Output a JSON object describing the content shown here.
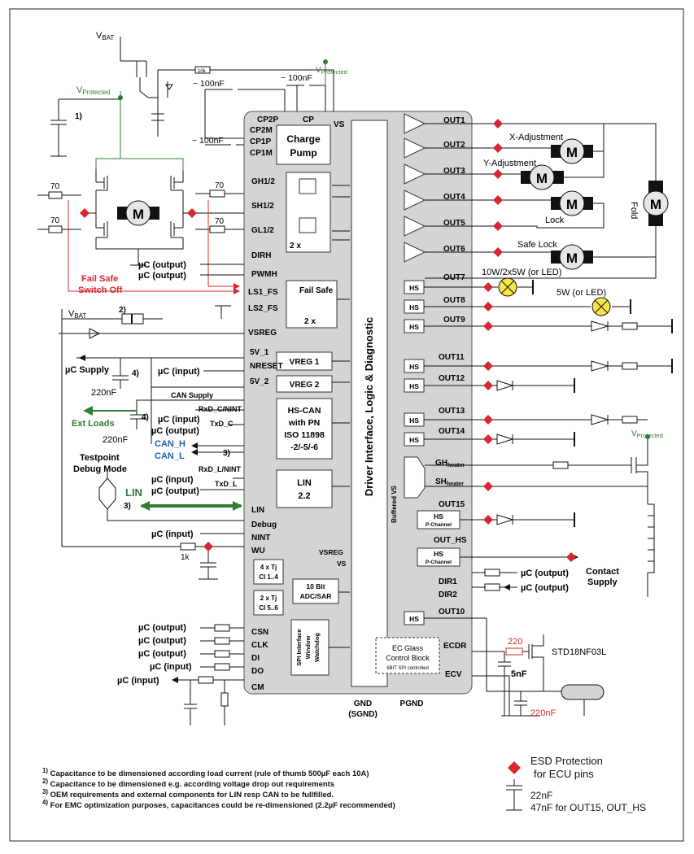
{
  "supply": {
    "vbat": "V",
    "vbat_sub": "BAT",
    "vprot": "V",
    "vprot_sub": "Protected",
    "res_10k": "10k"
  },
  "caps": {
    "c100_a": "~ 100nF",
    "c100_b": "~ 100nF",
    "c100_c": "~ 100nF",
    "c220_a": "220nF",
    "c220_b": "220nF",
    "c5n": "5nF",
    "c220_red": "220nF"
  },
  "notes_ref": {
    "n1": "1)",
    "n2": "2)",
    "n3": "3)",
    "n4": "4)",
    "n3b": "3)",
    "n4b": "4)"
  },
  "ic": {
    "charge_pump": "Charge Pump",
    "charge_pump_l1": "Charge",
    "charge_pump_l2": "Pump",
    "cp2p": "CP2P",
    "cp": "CP",
    "vs": "VS",
    "cp2m": "CP2M",
    "cp1p": "CP1P",
    "cp1m": "CP1M",
    "gh12": "GH1/2",
    "sh12": "SH1/2",
    "gl12": "GL1/2",
    "dirh": "DIRH",
    "pwmh": "PWMH",
    "two_x": "2 x",
    "ls1": "LS1_FS",
    "ls2": "LS2_FS",
    "fail_safe": "Fail Safe",
    "two_x_b": "2 x",
    "vsreg": "VSREG",
    "v5_1": "5V_1",
    "nreset": "NRESET",
    "v5_2": "5V_2",
    "vreg1": "VREG 1",
    "vreg2": "VREG 2",
    "hscan_1": "HS-CAN",
    "hscan_2": "with PN",
    "hscan_3": "ISO 11898",
    "hscan_4": "-2/-5/-6",
    "lin_1": "LIN",
    "lin_2": "2.2",
    "lin_pin": "LIN",
    "debug": "Debug",
    "nint": "NINT",
    "wu": "WU",
    "vsreg2": "VSREG",
    "vs2": "VS",
    "tj1_a": "4 x Tj",
    "tj1_b": "CI 1..4",
    "tj2_a": "2 x Tj",
    "tj2_b": "CI 5..6",
    "adc_1": "10 Bit",
    "adc_2": "ADC/SAR",
    "csn": "CSN",
    "clk": "CLK",
    "di": "DI",
    "do": "DO",
    "cm": "CM",
    "spi_1": "SPI Interface",
    "spi_2": "Window",
    "spi_3": "Watchdog",
    "driver": "Driver Interface, Logic & Diagnostic",
    "buffered": "Buffered VS",
    "hs": "HS",
    "hs_p1": "HS",
    "hs_p2": "P-Channel",
    "ec_1": "EC Glass",
    "ec_2": "Control Block",
    "ec_3": "6BIT SPI controlled",
    "ecdr": "ECDR",
    "ecv": "ECV",
    "gnd_1": "GND",
    "gnd_2": "(SGND)",
    "pgnd": "PGND"
  },
  "outputs": [
    "OUT1",
    "OUT2",
    "OUT3",
    "OUT4",
    "OUT5",
    "OUT6",
    "OUT7",
    "OUT8",
    "OUT9",
    "OUT11",
    "OUT12",
    "OUT13",
    "OUT14",
    "OUT15",
    "OUT_HS",
    "DIR1",
    "DIR2",
    "OUT10"
  ],
  "gh_heater": {
    "main": "GH",
    "sub": "heater"
  },
  "sh_heater": {
    "main": "SH",
    "sub": "heater"
  },
  "loads": {
    "x_adj": "X-Adjustment",
    "y_adj": "Y-Adjustment",
    "lock": "Lock",
    "safe_lock": "Safe Lock",
    "fold": "Fold",
    "m": "M",
    "lamp1": "10W/2x5W (or LED)",
    "lamp2": "5W (or LED)",
    "contact_1": "Contact",
    "contact_2": "Supply",
    "mosfet": "STD18NF03L",
    "r220": "220"
  },
  "left": {
    "r70_a": "70",
    "r70_b": "70",
    "r70_c": "70",
    "fail_1": "Fail Safe",
    "fail_2": "Switch Off",
    "uc_out": "µC (output)",
    "uc_in": "µC (input)",
    "uc_supply": "µC Supply",
    "can_supply": "CAN Supply",
    "rxd_c": "RxD_C/NINT",
    "txd_c": "TxD_C",
    "can_h": "CAN_H",
    "can_l": "CAN_L",
    "ext_loads": "Ext Loads",
    "test_1": "Testpoint",
    "test_2": "Debug Mode",
    "lin": "LIN",
    "rxd_l": "RxD_L/NINT",
    "txd_l": "TxD_L",
    "r1k": "1k"
  },
  "footnotes": [
    {
      "sup": "1)",
      "text": " Capacitance to be dimensioned according load current (rule of thumb 500µF each 10A)"
    },
    {
      "sup": "2)",
      "text": " Capacitance to be dimensioned e.g. according voltage drop out requirements"
    },
    {
      "sup": "3)",
      "text": " OEM requirements and external components for LIN resp CAN to be fullfilled."
    },
    {
      "sup": "4)",
      "text": " For EMC optimization purposes, capacitances could be re-dimensioned (2.2µF recommended)"
    }
  ],
  "legend": {
    "esd_1": "ESD Protection",
    "esd_2": "for ECU pins",
    "cap_1": "22nF",
    "cap_2": "47nF for OUT15, OUT_HS"
  },
  "colors": {
    "accent_red": "#d7282f",
    "accent_green": "#2e7d32",
    "accent_blue": "#1f5fae",
    "ic_fill": "#d4d4d4"
  }
}
